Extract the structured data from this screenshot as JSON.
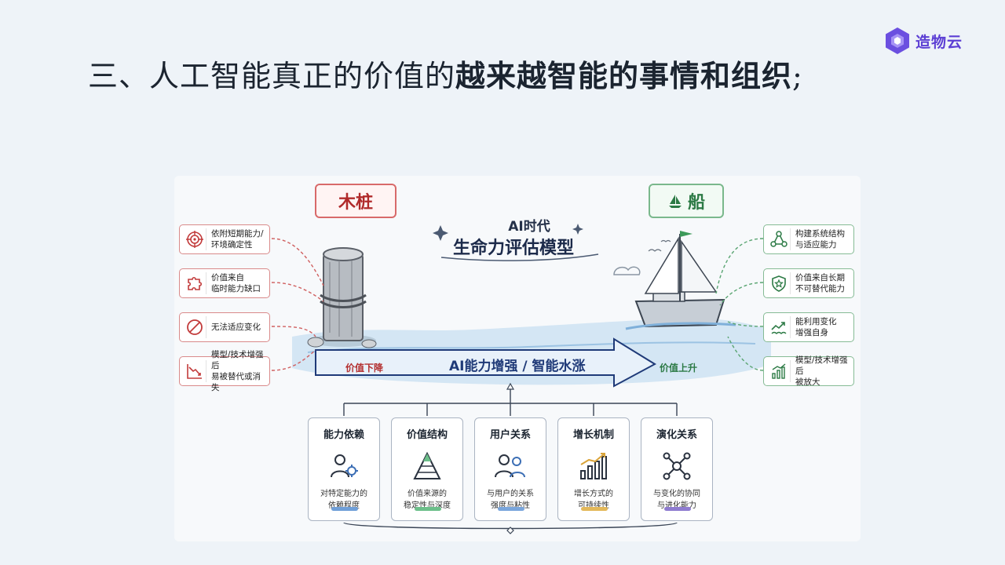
{
  "title": {
    "normal": "三、人工智能真正的价值的",
    "bold": "越来越智能的事情和组织",
    "tail": ";"
  },
  "logo": {
    "text": "造物云",
    "color": "#5c3fd4",
    "icon": "hexagon-logo-icon"
  },
  "diagram": {
    "left_tag": "木桩",
    "right_tag": "船",
    "center_subtitle": "AI时代",
    "center_title": "生命力评估模型",
    "arrow_label": "AI能力增强 / 智能水涨",
    "left_value": "价值下降",
    "right_value": "价值上升",
    "left_items": [
      {
        "label": "依附短期能力/\n环境确定性",
        "icon": "target-icon"
      },
      {
        "label": "价值来自\n临时能力缺口",
        "icon": "puzzle-icon"
      },
      {
        "label": "无法适应变化",
        "icon": "prohibited-icon"
      },
      {
        "label": "模型/技术增强后\n易被替代或消失",
        "icon": "declining-chart-icon"
      }
    ],
    "right_items": [
      {
        "label": "构建系统结构\n与适应能力",
        "icon": "network-icon"
      },
      {
        "label": "价值来自长期\n不可替代能力",
        "icon": "shield-star-icon"
      },
      {
        "label": "能利用变化\n增强自身",
        "icon": "rising-wave-icon"
      },
      {
        "label": "模型/技术增强后\n被放大",
        "icon": "growth-chart-icon"
      }
    ],
    "cards": [
      {
        "title": "能力依赖",
        "desc": "对特定能力的\n依赖程度",
        "icon": "user-gear-icon",
        "color": "#6f9fd8"
      },
      {
        "title": "价值结构",
        "desc": "价值来源的\n稳定性与深度",
        "icon": "pyramid-icon",
        "color": "#6cbf8a"
      },
      {
        "title": "用户关系",
        "desc": "与用户的关系\n强度与粘性",
        "icon": "users-icon",
        "color": "#7aa6dc"
      },
      {
        "title": "增长机制",
        "desc": "增长方式的\n可持续性",
        "icon": "bar-growth-icon",
        "color": "#e3b85a"
      },
      {
        "title": "演化关系",
        "desc": "与变化的协同\n与进化能力",
        "icon": "hub-nodes-icon",
        "color": "#8e7bd0"
      }
    ],
    "colors": {
      "negative": "#b02a2a",
      "positive": "#2c7a45",
      "arrow": "#1f3a78"
    }
  }
}
